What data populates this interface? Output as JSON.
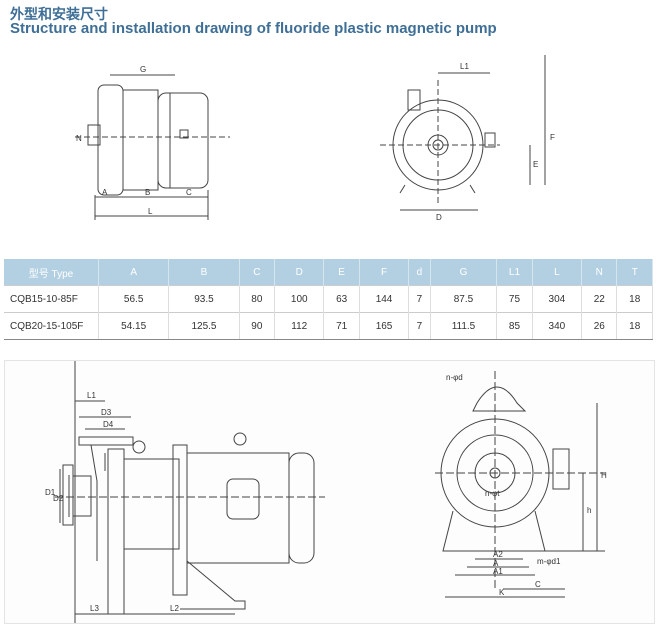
{
  "title": {
    "chinese": "外型和安装尺寸",
    "english": "Structure and installation drawing of fluoride plastic magnetic pump"
  },
  "top_drawing_labels": {
    "side": [
      "G",
      "N",
      "A",
      "B",
      "C",
      "L"
    ],
    "front": [
      "L1",
      "F",
      "E",
      "D"
    ]
  },
  "table": {
    "headers": [
      "型号 Type",
      "A",
      "B",
      "C",
      "D",
      "E",
      "F",
      "d",
      "G",
      "L1",
      "L",
      "N",
      "T"
    ],
    "rows": [
      [
        "CQB15-10-85F",
        "56.5",
        "93.5",
        "80",
        "100",
        "63",
        "144",
        "7",
        "87.5",
        "75",
        "304",
        "22",
        "18"
      ],
      [
        "CQB20-15-105F",
        "54.15",
        "125.5",
        "90",
        "112",
        "71",
        "165",
        "7",
        "111.5",
        "85",
        "340",
        "26",
        "18"
      ]
    ]
  },
  "bottom_drawing_labels": {
    "side": [
      "L1",
      "D3",
      "D4",
      "D1",
      "D2",
      "L3",
      "L2"
    ],
    "front": [
      "n-φd",
      "n-φt",
      "H",
      "h",
      "A2",
      "A",
      "A1",
      "m-φd1",
      "C",
      "K"
    ]
  },
  "colors": {
    "title": "#3f6f96",
    "table_header": "#b3d0e2"
  }
}
